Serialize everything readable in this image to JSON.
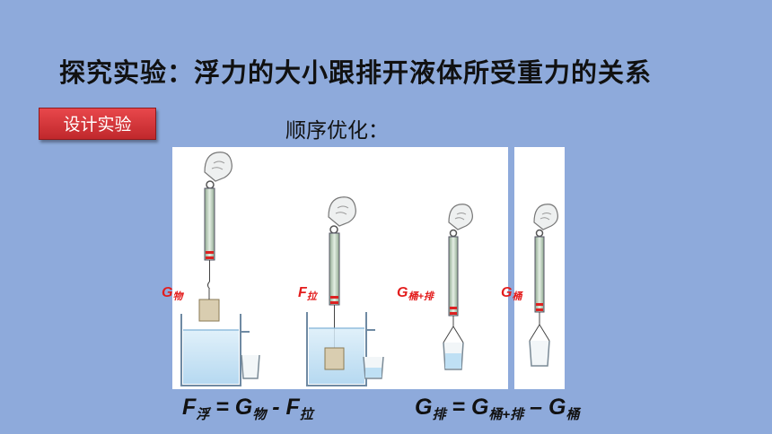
{
  "slide": {
    "title": "探究实验：浮力的大小跟排开液体所受重力的关系",
    "badge": "设计实验",
    "subtitle": "顺序优化："
  },
  "labels": {
    "g_object": {
      "main": "G",
      "sub": "物"
    },
    "f_pull": {
      "main": "F",
      "sub": "拉"
    },
    "g_bucket_plus": {
      "main": "G",
      "sub": "桶+排"
    },
    "g_bucket": {
      "main": "G",
      "sub": "桶"
    }
  },
  "formula1": {
    "f": "F",
    "f_sub": "浮",
    "eq": " = ",
    "g": "G",
    "g_sub": "物",
    "minus": " - ",
    "f2": "F",
    "f2_sub": "拉"
  },
  "formula2": {
    "g": "G",
    "g_sub": "排",
    "eq": " = ",
    "g2": "G",
    "g2_sub": "桶+排",
    "minus": " – ",
    "g3": "G",
    "g3_sub": "桶"
  },
  "colors": {
    "background": "#8eaadb",
    "label_red": "#e31d1d",
    "badge_red": "#d4373a",
    "water": "#cfe6f5"
  },
  "icons": [
    "hand-icon",
    "spring-scale-icon",
    "beaker-icon",
    "overflow-cup-icon",
    "small-bucket-icon",
    "metal-block-icon"
  ]
}
